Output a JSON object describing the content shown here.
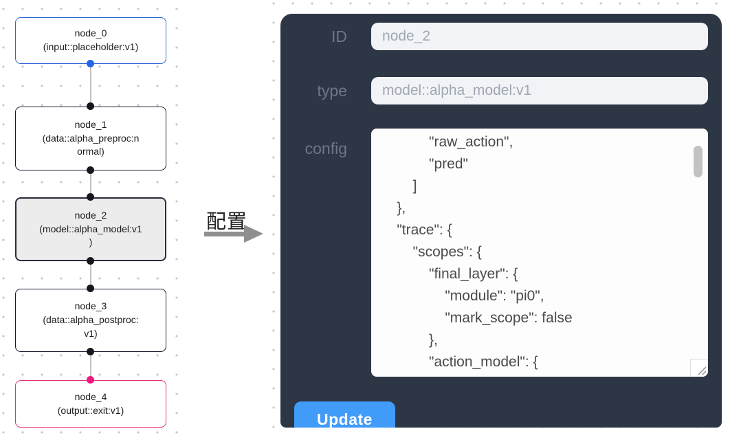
{
  "flow": {
    "nodes": [
      {
        "id": "node_0",
        "label": "node_0\n(input::placeholder:v1)",
        "accent": "#2b66d9"
      },
      {
        "id": "node_1",
        "label": "node_1\n(data::alpha_preproc:n\normal)",
        "accent": "#191930"
      },
      {
        "id": "node_2",
        "label": "node_2\n(model::alpha_model:v1\n)",
        "accent": "#2b2b3e",
        "selected": true
      },
      {
        "id": "node_3",
        "label": "node_3\n(data::alpha_postproc:\nv1)",
        "accent": "#191930"
      },
      {
        "id": "node_4",
        "label": "node_4\n(output::exit:v1)",
        "accent": "#e92e74"
      }
    ]
  },
  "annotation": {
    "label": "配置"
  },
  "panel": {
    "fields": [
      {
        "label": "ID",
        "value": "node_2"
      },
      {
        "label": "type",
        "value": "model::alpha_model:v1"
      },
      {
        "label": "config",
        "value": "            \"raw_action\",\n            \"pred\"\n        ]\n    },\n    \"trace\": {\n        \"scopes\": {\n            \"final_layer\": {\n                \"module\": \"pi0\",\n                \"mark_scope\": false\n            },\n            \"action_model\": {"
      }
    ],
    "update_label": "Update"
  },
  "colors": {
    "panel_background": "#2d3644",
    "panel_label": "#6e7787",
    "input_background": "#f1f3f7",
    "input_text": "#a1a7b2",
    "update_button": "#419bf9",
    "node_default_border": "#191930",
    "node_input_border": "#2b66d9",
    "node_output_border": "#e92e74",
    "node_selected_background": "#ececec",
    "edge": "#c3c3c7",
    "handle_input": "#2563e8",
    "handle_output": "#f0187c",
    "handle_default": "#16161f",
    "canvas_dot": "#c9c9cd"
  }
}
